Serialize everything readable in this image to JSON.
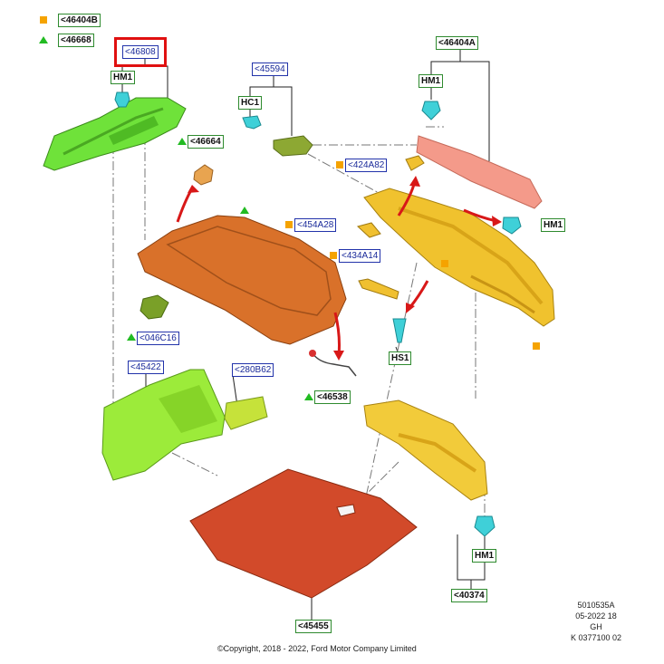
{
  "legend": {
    "square_ref": "<46404B",
    "triangle_ref": "<46668"
  },
  "callouts": {
    "c46808": "<46808",
    "hm1_top_left": "HM1",
    "c45594": "<45594",
    "hc1": "HC1",
    "c46404a": "<46404A",
    "hm1_top_right": "HM1",
    "c46664": "<46664",
    "c424a82": "<424A82",
    "c454a28": "<454A28",
    "hm1_right": "HM1",
    "c434a14": "<434A14",
    "hs1": "HS1",
    "c046c16": "<046C16",
    "c45422": "<45422",
    "c280b62": "<280B62",
    "c46538": "<46538",
    "hm1_bottom": "HM1",
    "c40374": "<40374",
    "c45455": "<45455"
  },
  "stamp": {
    "line1": "5010535A",
    "line2": "05-2022 18",
    "line3": "GH",
    "line4": "K 0377100 02"
  },
  "copyright": "©Copyright, 2018 - 2022, Ford Motor Company Limited",
  "colors": {
    "highlight": "#e01010",
    "callout_blue": "#2233aa",
    "callout_green": "#2e8a2e",
    "marker_square": "#f5a300",
    "marker_triangle": "#22bb22"
  }
}
